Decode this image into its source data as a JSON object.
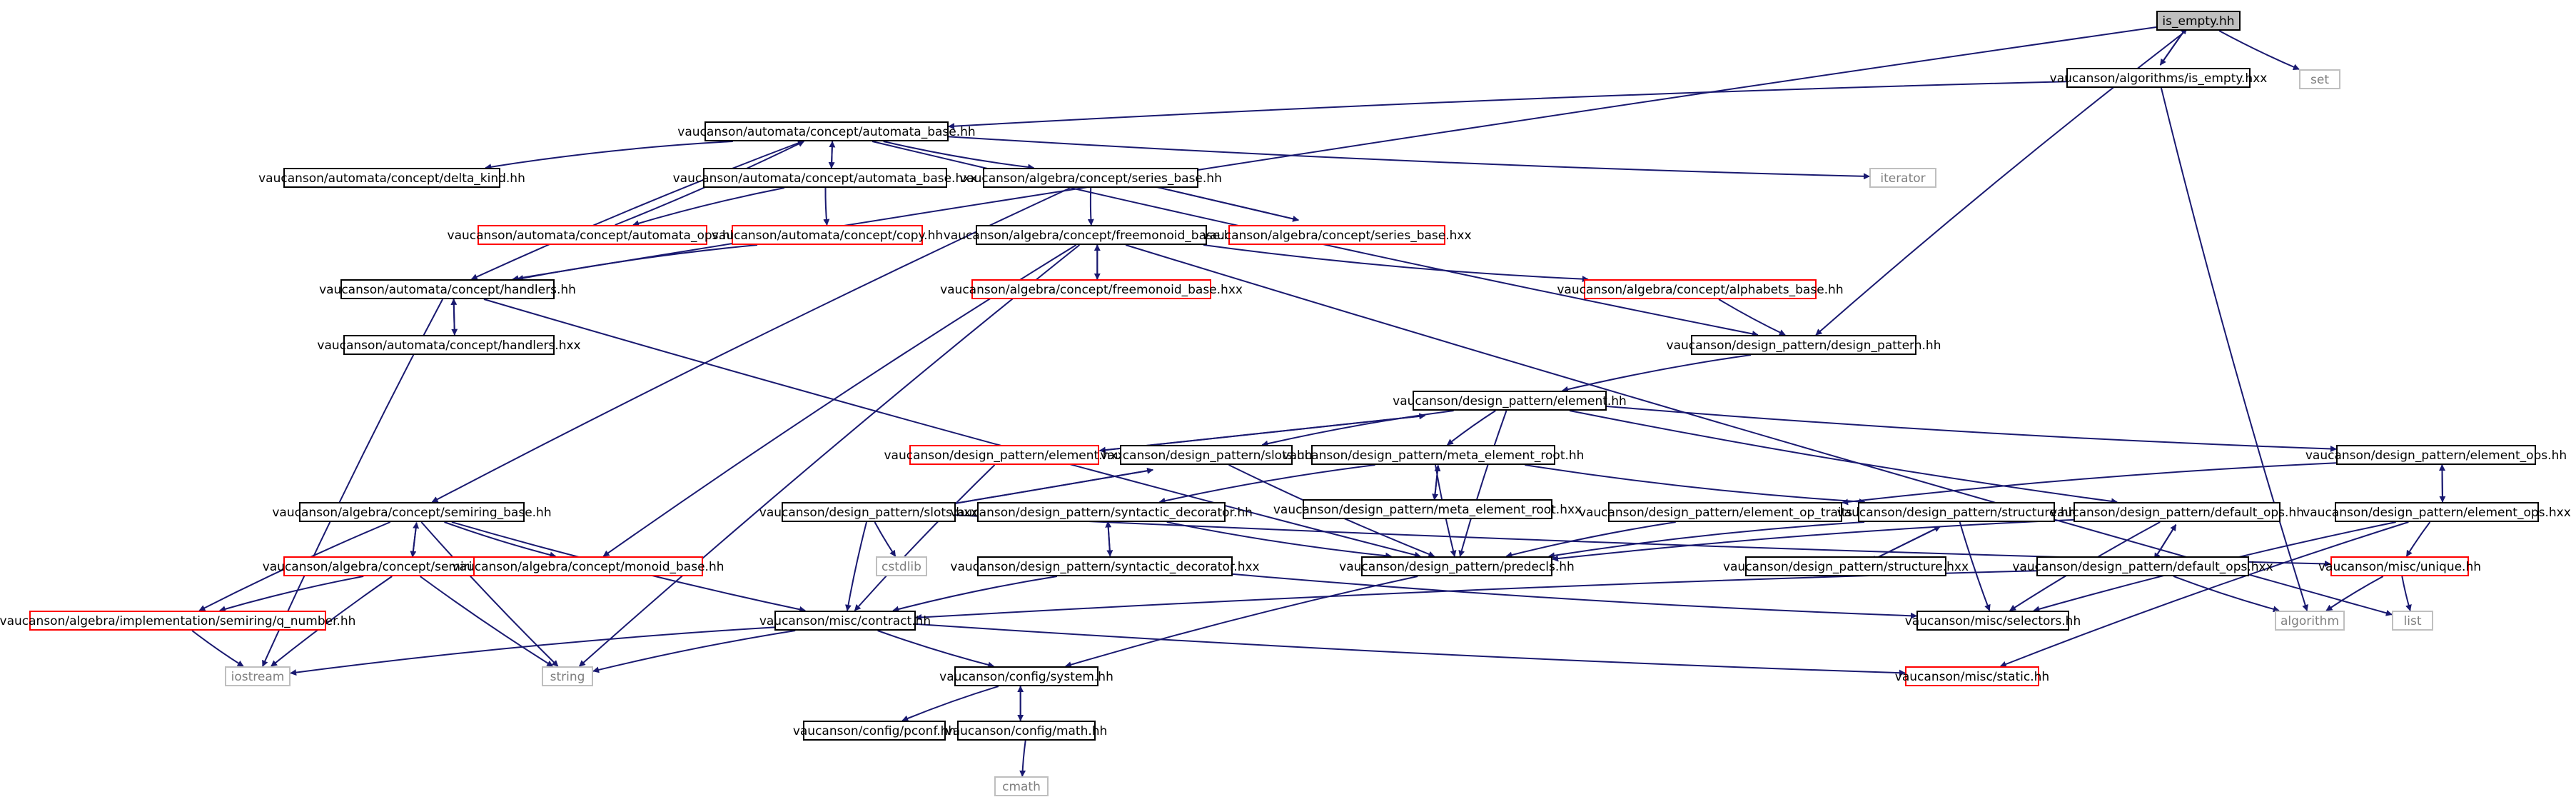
{
  "colors": {
    "edge": "#191970",
    "box_normal": "#000000",
    "box_truncated": "#ff0000",
    "box_external": "#bfbfbf",
    "text_normal": "#000000",
    "text_external": "#7f7f7f",
    "root_fill": "#bfbfbf"
  },
  "nodes": [
    {
      "id": "root",
      "label": "is_empty.hh",
      "kind": "root"
    },
    {
      "id": "set",
      "label": "set",
      "kind": "external"
    },
    {
      "id": "alg_is_empty_hxx",
      "label": "vaucanson/algorithms/is_empty.hxx",
      "kind": "normal"
    },
    {
      "id": "automata_base_hh",
      "label": "vaucanson/automata/concept/automata_base.hh",
      "kind": "normal"
    },
    {
      "id": "iterator",
      "label": "iterator",
      "kind": "external"
    },
    {
      "id": "delta_kind_hh",
      "label": "vaucanson/automata/concept/delta_kind.hh",
      "kind": "normal"
    },
    {
      "id": "automata_base_hxx",
      "label": "vaucanson/automata/concept/automata_base.hxx",
      "kind": "normal"
    },
    {
      "id": "series_base_hh",
      "label": "vaucanson/algebra/concept/series_base.hh",
      "kind": "normal"
    },
    {
      "id": "automata_ops_hh",
      "label": "vaucanson/automata/concept/automata_ops.hh",
      "kind": "truncated"
    },
    {
      "id": "copy_hh",
      "label": "vaucanson/automata/concept/copy.hh",
      "kind": "truncated"
    },
    {
      "id": "freemonoid_base_hh",
      "label": "vaucanson/algebra/concept/freemonoid_base.hh",
      "kind": "normal"
    },
    {
      "id": "series_base_hxx",
      "label": "vaucanson/algebra/concept/series_base.hxx",
      "kind": "truncated"
    },
    {
      "id": "handlers_hh",
      "label": "vaucanson/automata/concept/handlers.hh",
      "kind": "normal"
    },
    {
      "id": "freemonoid_base_hxx",
      "label": "vaucanson/algebra/concept/freemonoid_base.hxx",
      "kind": "truncated"
    },
    {
      "id": "alphabets_base_hh",
      "label": "vaucanson/algebra/concept/alphabets_base.hh",
      "kind": "truncated"
    },
    {
      "id": "handlers_hxx",
      "label": "vaucanson/automata/concept/handlers.hxx",
      "kind": "normal"
    },
    {
      "id": "design_pattern_hh",
      "label": "vaucanson/design_pattern/design_pattern.hh",
      "kind": "normal"
    },
    {
      "id": "element_hh",
      "label": "vaucanson/design_pattern/element.hh",
      "kind": "normal"
    },
    {
      "id": "element_hxx",
      "label": "vaucanson/design_pattern/element.hxx",
      "kind": "truncated"
    },
    {
      "id": "slots_hh",
      "label": "vaucanson/design_pattern/slots.hh",
      "kind": "normal"
    },
    {
      "id": "meta_element_root_hh",
      "label": "vaucanson/design_pattern/meta_element_root.hh",
      "kind": "normal"
    },
    {
      "id": "element_ops_hh",
      "label": "vaucanson/design_pattern/element_ops.hh",
      "kind": "normal"
    },
    {
      "id": "meta_element_root_hxx",
      "label": "vaucanson/design_pattern/meta_element_root.hxx",
      "kind": "normal"
    },
    {
      "id": "semiring_base_hh",
      "label": "vaucanson/algebra/concept/semiring_base.hh",
      "kind": "normal"
    },
    {
      "id": "slots_hxx",
      "label": "vaucanson/design_pattern/slots.hxx",
      "kind": "normal"
    },
    {
      "id": "syntactic_decorator_hh",
      "label": "vaucanson/design_pattern/syntactic_decorator.hh",
      "kind": "normal"
    },
    {
      "id": "element_op_traits_hh",
      "label": "vaucanson/design_pattern/element_op_traits.hh",
      "kind": "normal"
    },
    {
      "id": "structure_hh",
      "label": "vaucanson/design_pattern/structure.hh",
      "kind": "normal"
    },
    {
      "id": "default_ops_hh",
      "label": "vaucanson/design_pattern/default_ops.hh",
      "kind": "normal"
    },
    {
      "id": "element_ops_hxx",
      "label": "vaucanson/design_pattern/element_ops.hxx",
      "kind": "normal"
    },
    {
      "id": "semiring_base_hxx",
      "label": "vaucanson/algebra/concept/semiring_base.hxx",
      "kind": "truncated"
    },
    {
      "id": "monoid_base_hh",
      "label": "vaucanson/algebra/concept/monoid_base.hh",
      "kind": "truncated"
    },
    {
      "id": "cstdlib",
      "label": "cstdlib",
      "kind": "external"
    },
    {
      "id": "predecls_hh",
      "label": "vaucanson/design_pattern/predecls.hh",
      "kind": "normal"
    },
    {
      "id": "structure_hxx",
      "label": "vaucanson/design_pattern/structure.hxx",
      "kind": "normal"
    },
    {
      "id": "unique_hh",
      "label": "vaucanson/misc/unique.hh",
      "kind": "truncated"
    },
    {
      "id": "syntactic_decorator_hxx",
      "label": "vaucanson/design_pattern/syntactic_decorator.hxx",
      "kind": "normal"
    },
    {
      "id": "default_ops_hxx",
      "label": "vaucanson/design_pattern/default_ops.hxx",
      "kind": "normal"
    },
    {
      "id": "q_number_hh",
      "label": "vaucanson/algebra/implementation/semiring/q_number.hh",
      "kind": "truncated"
    },
    {
      "id": "contract_hh",
      "label": "vaucanson/misc/contract.hh",
      "kind": "normal"
    },
    {
      "id": "selectors_hh",
      "label": "vaucanson/misc/selectors.hh",
      "kind": "normal"
    },
    {
      "id": "algorithm",
      "label": "algorithm",
      "kind": "external"
    },
    {
      "id": "list",
      "label": "list",
      "kind": "external"
    },
    {
      "id": "iostream",
      "label": "iostream",
      "kind": "external"
    },
    {
      "id": "string",
      "label": "string",
      "kind": "external"
    },
    {
      "id": "system_hh",
      "label": "vaucanson/config/system.hh",
      "kind": "normal"
    },
    {
      "id": "static_hh",
      "label": "vaucanson/misc/static.hh",
      "kind": "truncated"
    },
    {
      "id": "pconf_hh",
      "label": "vaucanson/config/pconf.hh",
      "kind": "normal"
    },
    {
      "id": "math_hh",
      "label": "vaucanson/config/math.hh",
      "kind": "normal"
    },
    {
      "id": "cmath",
      "label": "cmath",
      "kind": "external"
    }
  ],
  "edges": [
    [
      "root",
      "alg_is_empty_hxx"
    ],
    [
      "alg_is_empty_hxx",
      "root"
    ],
    [
      "root",
      "set"
    ],
    [
      "root",
      "handlers_hh"
    ],
    [
      "root",
      "design_pattern_hh"
    ],
    [
      "alg_is_empty_hxx",
      "automata_base_hh"
    ],
    [
      "alg_is_empty_hxx",
      "algorithm"
    ],
    [
      "automata_base_hh",
      "delta_kind_hh"
    ],
    [
      "automata_base_hh",
      "automata_base_hxx"
    ],
    [
      "automata_base_hxx",
      "automata_base_hh"
    ],
    [
      "automata_base_hh",
      "series_base_hh"
    ],
    [
      "automata_base_hh",
      "iterator"
    ],
    [
      "automata_base_hh",
      "handlers_hh"
    ],
    [
      "automata_base_hh",
      "design_pattern_hh"
    ],
    [
      "automata_base_hxx",
      "automata_ops_hh"
    ],
    [
      "automata_base_hxx",
      "copy_hh"
    ],
    [
      "automata_ops_hh",
      "automata_base_hh"
    ],
    [
      "copy_hh",
      "handlers_hh"
    ],
    [
      "series_base_hh",
      "freemonoid_base_hh"
    ],
    [
      "series_base_hh",
      "series_base_hxx"
    ],
    [
      "series_base_hxx",
      "series_base_hh"
    ],
    [
      "series_base_hh",
      "semiring_base_hh"
    ],
    [
      "freemonoid_base_hh",
      "freemonoid_base_hxx"
    ],
    [
      "freemonoid_base_hxx",
      "freemonoid_base_hh"
    ],
    [
      "freemonoid_base_hh",
      "alphabets_base_hh"
    ],
    [
      "freemonoid_base_hh",
      "monoid_base_hh"
    ],
    [
      "freemonoid_base_hh",
      "string"
    ],
    [
      "freemonoid_base_hh",
      "list"
    ],
    [
      "alphabets_base_hh",
      "design_pattern_hh"
    ],
    [
      "handlers_hh",
      "handlers_hxx"
    ],
    [
      "handlers_hxx",
      "handlers_hh"
    ],
    [
      "handlers_hh",
      "iostream"
    ],
    [
      "handlers_hh",
      "predecls_hh"
    ],
    [
      "design_pattern_hh",
      "element_hh"
    ],
    [
      "element_hh",
      "element_hxx"
    ],
    [
      "element_hxx",
      "element_hh"
    ],
    [
      "element_hh",
      "slots_hh"
    ],
    [
      "element_hh",
      "meta_element_root_hh"
    ],
    [
      "element_hh",
      "element_ops_hh"
    ],
    [
      "element_hh",
      "predecls_hh"
    ],
    [
      "element_hh",
      "default_ops_hh"
    ],
    [
      "element_hxx",
      "contract_hh"
    ],
    [
      "slots_hh",
      "slots_hxx"
    ],
    [
      "slots_hxx",
      "slots_hh"
    ],
    [
      "slots_hh",
      "predecls_hh"
    ],
    [
      "meta_element_root_hh",
      "meta_element_root_hxx"
    ],
    [
      "meta_element_root_hxx",
      "meta_element_root_hh"
    ],
    [
      "meta_element_root_hh",
      "syntactic_decorator_hh"
    ],
    [
      "meta_element_root_hh",
      "structure_hh"
    ],
    [
      "meta_element_root_hh",
      "predecls_hh"
    ],
    [
      "element_ops_hh",
      "element_ops_hxx"
    ],
    [
      "element_ops_hxx",
      "element_ops_hh"
    ],
    [
      "element_ops_hh",
      "element_op_traits_hh"
    ],
    [
      "element_ops_hxx",
      "unique_hh"
    ],
    [
      "element_ops_hxx",
      "selectors_hh"
    ],
    [
      "element_ops_hxx",
      "static_hh"
    ],
    [
      "slots_hxx",
      "cstdlib"
    ],
    [
      "slots_hxx",
      "contract_hh"
    ],
    [
      "slots_hxx",
      "unique_hh"
    ],
    [
      "syntactic_decorator_hh",
      "syntactic_decorator_hxx"
    ],
    [
      "syntactic_decorator_hxx",
      "syntactic_decorator_hh"
    ],
    [
      "syntactic_decorator_hh",
      "predecls_hh"
    ],
    [
      "syntactic_decorator_hxx",
      "contract_hh"
    ],
    [
      "syntactic_decorator_hxx",
      "selectors_hh"
    ],
    [
      "element_op_traits_hh",
      "predecls_hh"
    ],
    [
      "structure_hh",
      "structure_hxx"
    ],
    [
      "structure_hxx",
      "structure_hh"
    ],
    [
      "structure_hh",
      "predecls_hh"
    ],
    [
      "structure_hh",
      "selectors_hh"
    ],
    [
      "default_ops_hh",
      "default_ops_hxx"
    ],
    [
      "default_ops_hxx",
      "default_ops_hh"
    ],
    [
      "default_ops_hh",
      "predecls_hh"
    ],
    [
      "default_ops_hh",
      "selectors_hh"
    ],
    [
      "default_ops_hxx",
      "contract_hh"
    ],
    [
      "default_ops_hxx",
      "algorithm"
    ],
    [
      "unique_hh",
      "algorithm"
    ],
    [
      "unique_hh",
      "list"
    ],
    [
      "semiring_base_hh",
      "semiring_base_hxx"
    ],
    [
      "semiring_base_hxx",
      "semiring_base_hh"
    ],
    [
      "semiring_base_hh",
      "monoid_base_hh"
    ],
    [
      "semiring_base_hh",
      "q_number_hh"
    ],
    [
      "semiring_base_hh",
      "string"
    ],
    [
      "semiring_base_hh",
      "contract_hh"
    ],
    [
      "semiring_base_hxx",
      "q_number_hh"
    ],
    [
      "semiring_base_hxx",
      "iostream"
    ],
    [
      "semiring_base_hxx",
      "string"
    ],
    [
      "q_number_hh",
      "iostream"
    ],
    [
      "predecls_hh",
      "system_hh"
    ],
    [
      "contract_hh",
      "iostream"
    ],
    [
      "contract_hh",
      "string"
    ],
    [
      "contract_hh",
      "system_hh"
    ],
    [
      "contract_hh",
      "static_hh"
    ],
    [
      "system_hh",
      "pconf_hh"
    ],
    [
      "system_hh",
      "math_hh"
    ],
    [
      "math_hh",
      "system_hh"
    ],
    [
      "math_hh",
      "cmath"
    ]
  ]
}
